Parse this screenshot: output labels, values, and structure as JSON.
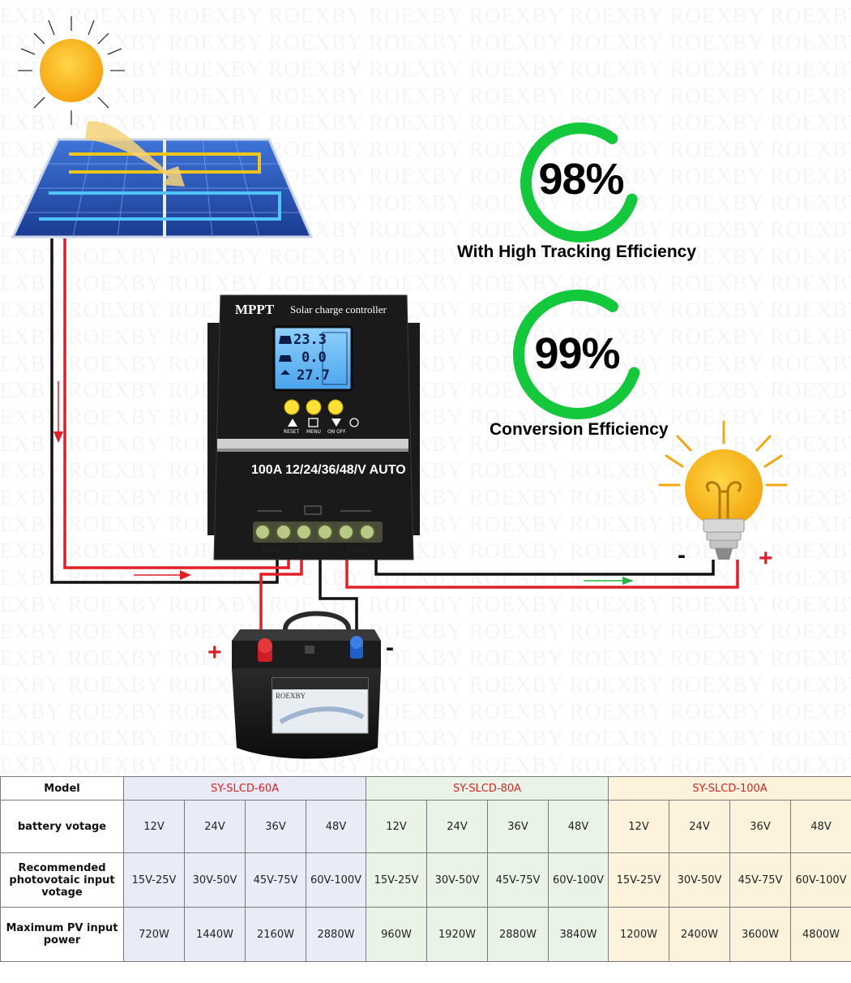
{
  "watermark": {
    "text": "ROEXBY"
  },
  "stats": [
    {
      "value": "98%",
      "caption": "With High Tracking Efficiency",
      "ring_fraction": 0.8
    },
    {
      "value": "99%",
      "caption": "Conversion Efficiency",
      "ring_fraction": 0.8
    }
  ],
  "controller": {
    "brand": "MPPT",
    "subtitle": "Solar charge controller",
    "model_text": "100A 12/24/36/48/V AUTO",
    "lcd_values": [
      "23.3",
      "0.0",
      "27.7"
    ],
    "buttons": [
      "RESET",
      "MENU",
      "ON OFF"
    ],
    "terminals": [
      "Solar",
      "Battery",
      "Load"
    ]
  },
  "battery": {
    "brand": "ROEXBY",
    "plus": "+",
    "minus": "-"
  },
  "load": {
    "plus": "+",
    "minus": "-"
  },
  "colors": {
    "accent_green": "#14c83c",
    "wire_red": "#e41e26",
    "wire_black": "#111111",
    "flow_green": "#28b44a"
  },
  "table": {
    "row_headers": [
      "Model",
      "battery votage",
      "Recommended photovotaic input votage",
      "Maximum PV input power"
    ],
    "models": [
      {
        "name": "SY-SLCD-60A",
        "battery_voltages": [
          "12V",
          "24V",
          "36V",
          "48V"
        ],
        "pv_input_voltages": [
          "15V-25V",
          "30V-50V",
          "45V-75V",
          "60V-100V"
        ],
        "max_pv_power": [
          "720W",
          "1440W",
          "2160W",
          "2880W"
        ]
      },
      {
        "name": "SY-SLCD-80A",
        "battery_voltages": [
          "12V",
          "24V",
          "36V",
          "48V"
        ],
        "pv_input_voltages": [
          "15V-25V",
          "30V-50V",
          "45V-75V",
          "60V-100V"
        ],
        "max_pv_power": [
          "960W",
          "1920W",
          "2880W",
          "3840W"
        ]
      },
      {
        "name": "SY-SLCD-100A",
        "battery_voltages": [
          "12V",
          "24V",
          "36V",
          "48V"
        ],
        "pv_input_voltages": [
          "15V-25V",
          "30V-50V",
          "45V-75V",
          "60V-100V"
        ],
        "max_pv_power": [
          "1200W",
          "2400W",
          "3600W",
          "4800W"
        ]
      }
    ]
  }
}
